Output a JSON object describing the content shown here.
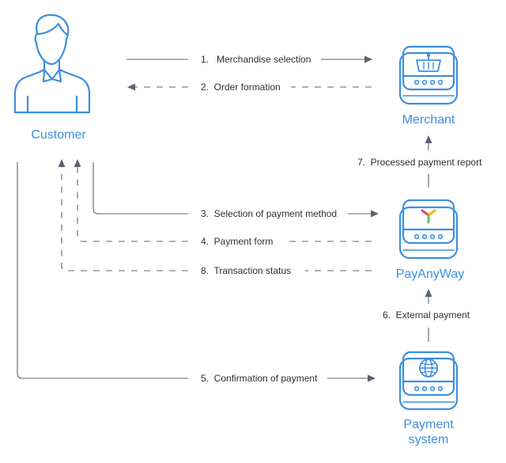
{
  "colors": {
    "accent": "#3d8fe0",
    "line": "#5a6470",
    "text": "#2b2f33"
  },
  "nodes": {
    "customer": "Customer",
    "merchant": "Merchant",
    "payanyway": "PayAnyWay",
    "payment_system_line1": "Payment",
    "payment_system_line2": "system"
  },
  "steps": {
    "s1": "1.   Merchandise selection",
    "s2": "2.  Order formation",
    "s3": "3.  Selection of payment method",
    "s4": "4.  Payment form",
    "s5": "5.  Confirmation of payment",
    "s6": "6.  External payment",
    "s7": "7.  Processed payment report",
    "s8": "8.  Transaction status"
  },
  "icons": {
    "customer": "person-icon",
    "merchant": "shopping-basket-icon",
    "payanyway": "payanyway-logo-icon",
    "payment_system": "globe-icon"
  }
}
